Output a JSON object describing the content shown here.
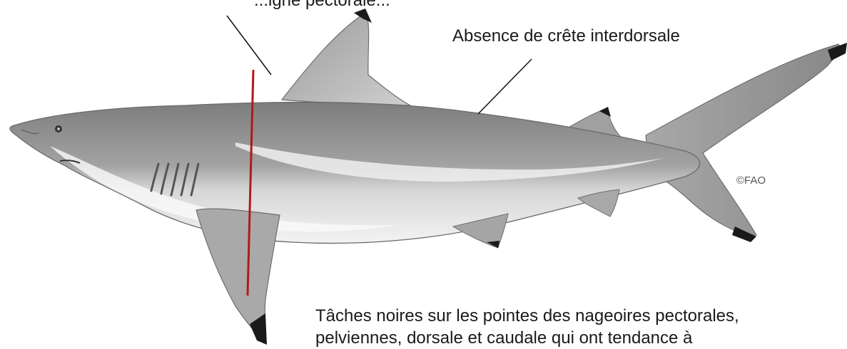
{
  "annotations": {
    "top_cut": "...igne pectorale...",
    "ridge": "Absence de crête interdorsale",
    "copyright": "©FAO",
    "tips_line1": "Tâches noires sur les pointes des nageoires pectorales,",
    "tips_line2": "pelviennes, dorsale et caudale qui ont tendance à"
  },
  "colors": {
    "marker_line": "#b01a1a",
    "leader_line": "#111111",
    "fin_tip": "#1a1a1a",
    "body_dark": "#8e8e8e",
    "body_light": "#f2f2f2"
  }
}
